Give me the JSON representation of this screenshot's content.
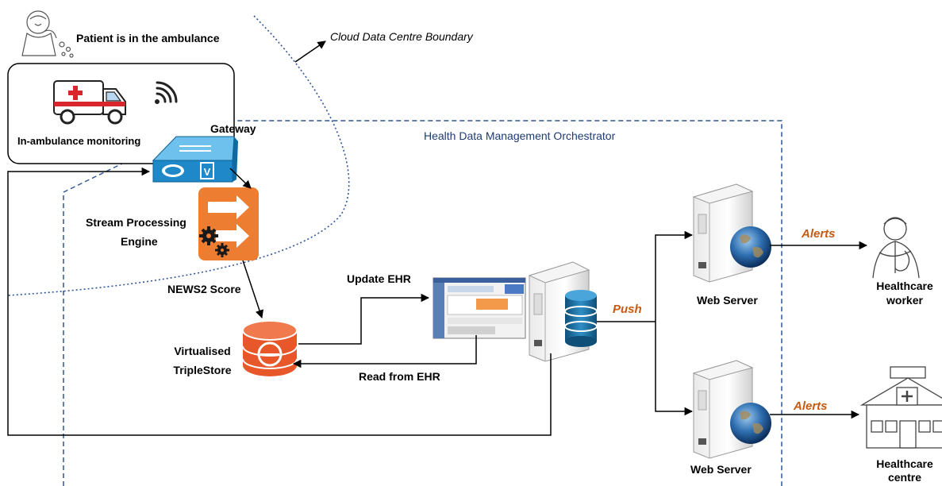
{
  "labels": {
    "patient": "Patient is in the ambulance",
    "cloud_boundary": "Cloud Data Centre Boundary",
    "in_ambulance": "In-ambulance monitoring",
    "gateway": "Gateway",
    "orchestrator": "Health Data Management Orchestrator",
    "stream_processing": "Stream Processing",
    "engine": "Engine",
    "news2": "NEWS2 Score",
    "update_ehr": "Update EHR",
    "read_ehr": "Read from EHR",
    "virtualised": "Virtualised",
    "triplestore": "TripleStore",
    "push": "Push",
    "alerts_top": "Alerts",
    "alerts_bottom": "Alerts",
    "web_server_top": "Web Server",
    "web_server_bottom": "Web Server",
    "hc_worker_1": "Healthcare",
    "hc_worker_2": "worker",
    "hc_centre_1": "Healthcare",
    "hc_centre_2": "centre",
    "gateway_badge": "V"
  },
  "colors": {
    "orchestrator_border": "#2f5597",
    "boundary_dots": "#2f5597",
    "stream_engine": "#ed7d31",
    "triplestore": "#e8572a",
    "push_alerts": "#c55a11",
    "gateway_device": "#1e88c8",
    "database": "#1f6f9f"
  },
  "icons": [
    "patient-sketch-icon",
    "ambulance-icon",
    "wifi-icon",
    "gateway-switch-icon",
    "stream-engine-icon",
    "gear-icon",
    "triplestore-icon",
    "ehr-screen-icon",
    "server-tower-icon",
    "database-icon",
    "globe-icon",
    "doctor-sketch-icon",
    "hospital-icon"
  ]
}
